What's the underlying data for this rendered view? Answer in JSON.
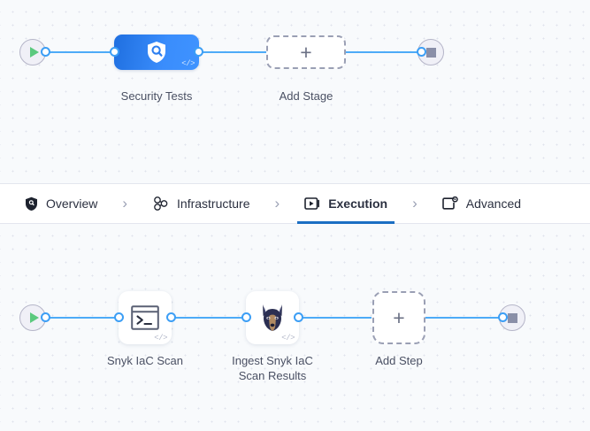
{
  "colors": {
    "canvas_bg": "#f8fafc",
    "grid_dot": "#dfe3ec",
    "wire": "#4DABF7",
    "port_stroke": "#3C9EF5",
    "stage_gradient_from": "#1f6fe0",
    "stage_gradient_to": "#3f93ff",
    "active_tab_underline": "#1b6ec2",
    "play_green": "#5BC97E",
    "stop_gray": "#8a8fa8",
    "dashed_border": "#9a9fb4",
    "label_text": "#4a5063"
  },
  "stage_graph": {
    "start_node": {
      "icon": "play-icon",
      "label": ""
    },
    "nodes": [
      {
        "label": "Security Tests",
        "icon": "shield-search-icon",
        "badge": "</>"
      }
    ],
    "add_node": {
      "plus": "+",
      "label": "Add Stage"
    },
    "end_node": {
      "icon": "stop-icon"
    }
  },
  "tabs": {
    "items": [
      {
        "label": "Overview",
        "icon": "shield-icon",
        "active": false
      },
      {
        "label": "Infrastructure",
        "icon": "cluster-icon",
        "active": false
      },
      {
        "label": "Execution",
        "icon": "play-box-icon",
        "active": true
      },
      {
        "label": "Advanced",
        "icon": "gear-frame-icon",
        "active": false
      }
    ],
    "separator": "›"
  },
  "step_graph": {
    "start_node": {
      "icon": "play-icon"
    },
    "nodes": [
      {
        "label": "Snyk IaC Scan",
        "icon": "terminal-icon",
        "badge": "</>"
      },
      {
        "label": "Ingest Snyk IaC\nScan Results",
        "icon": "doberman-icon",
        "badge": "</>"
      }
    ],
    "add_node": {
      "plus": "+",
      "label": "Add Step"
    },
    "end_node": {
      "icon": "stop-icon"
    }
  }
}
